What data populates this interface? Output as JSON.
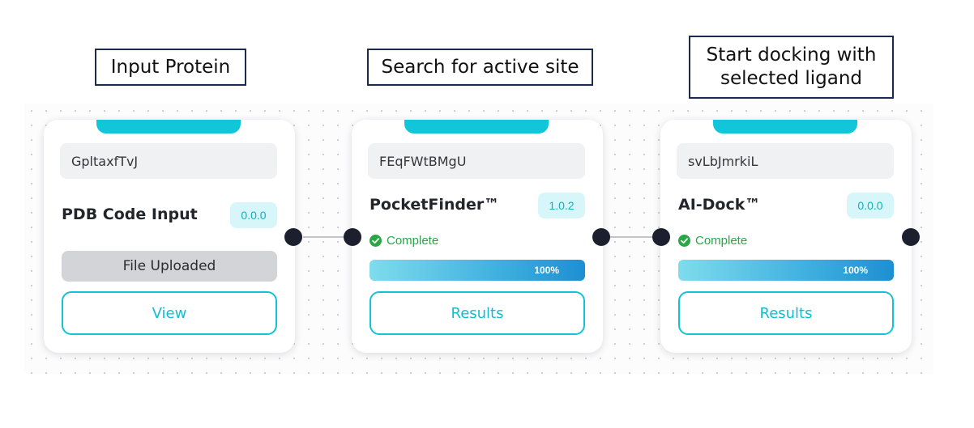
{
  "steps": [
    {
      "label": "Input Protein"
    },
    {
      "label": "Search for active site"
    },
    {
      "label": "Start docking with\nselected ligand"
    }
  ],
  "nodes": [
    {
      "id": "GpltaxfTvJ",
      "title": "PDB Code Input",
      "version": "0.0.0",
      "file_status": "File Uploaded",
      "button_label": "View",
      "accent_color": "#11c6d8"
    },
    {
      "id": "FEqFWtBMgU",
      "title": "PocketFinder™",
      "version": "1.0.2",
      "status": "Complete",
      "progress_percent": 100,
      "progress_label": "100%",
      "button_label": "Results",
      "accent_color": "#11c6d8"
    },
    {
      "id": "svLbJmrkiL",
      "title": "AI-Dock™",
      "version": "0.0.0",
      "status": "Complete",
      "progress_percent": 100,
      "progress_label": "100%",
      "button_label": "Results",
      "accent_color": "#11c6d8"
    }
  ],
  "colors": {
    "status_complete": "#28a745",
    "port": "#1c1f2e"
  }
}
